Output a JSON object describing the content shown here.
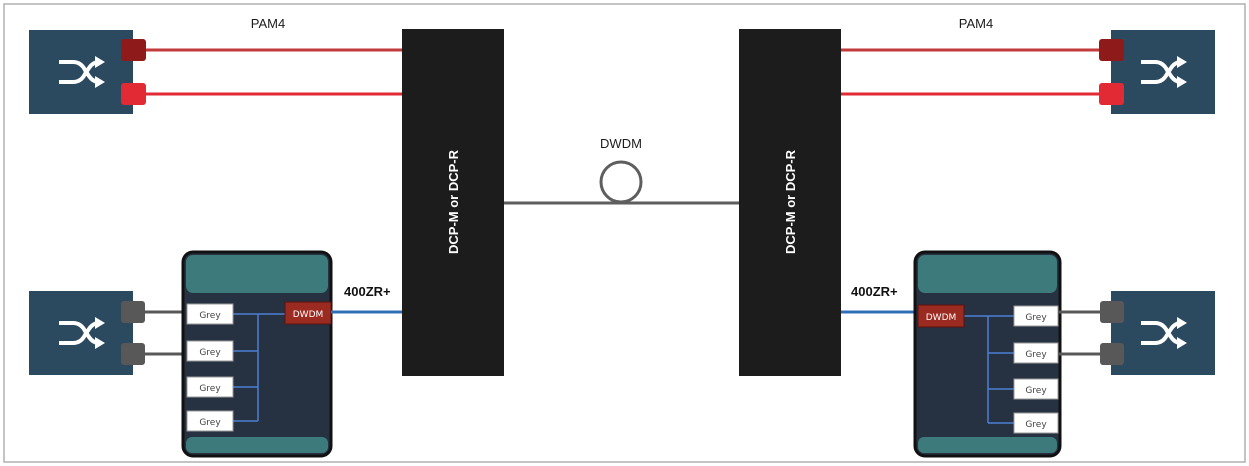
{
  "labels": {
    "pam4_left": "PAM4",
    "pam4_right": "PAM4",
    "dwdm_fiber": "DWDM",
    "zr_left": "400ZR+",
    "zr_right": "400ZR+",
    "dcp_left": "DCP-M or DCP-R",
    "dcp_right": "DCP-M or DCP-R"
  },
  "left_module": {
    "grey_ports": [
      "Grey",
      "Grey",
      "Grey",
      "Grey"
    ],
    "dwdm_port": "DWDM"
  },
  "right_module": {
    "grey_ports": [
      "Grey",
      "Grey",
      "Grey",
      "Grey"
    ],
    "dwdm_port": "DWDM"
  },
  "icons": {
    "switch": "shuffle-arrows-icon",
    "fiber": "fiber-spool-icon"
  },
  "colors": {
    "switch_bg": "#2b4a5f",
    "dcp_bg": "#1c1c1c",
    "pam4_dark": "#8e1a1a",
    "pam4_bright": "#e12a34",
    "pam4_line": "#c23a3a",
    "grey_port": "#585858",
    "zr_link": "#2f6fb7",
    "module_bg": "#263242",
    "module_header": "#3d7a7c",
    "module_footer": "#3d7a7c",
    "inner_line": "#4b7fd1",
    "dwdm_port": "#9b2a21",
    "fiber_line": "#5e5e5e",
    "frame": "#b0b0b0"
  }
}
